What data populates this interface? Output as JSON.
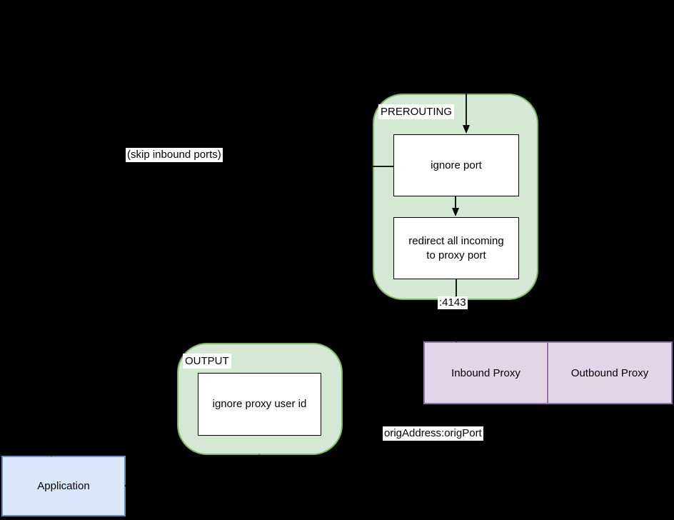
{
  "prerouting": {
    "title": "PREROUTING",
    "nodes": {
      "ignore_port": "ignore port",
      "redirect": "redirect all incoming\nto proxy port"
    },
    "port_badge": ":4143"
  },
  "output": {
    "title": "OUTPUT",
    "nodes": {
      "ignore_proxy_uid": "ignore proxy user id"
    }
  },
  "proxies": {
    "inbound": "Inbound Proxy",
    "outbound": "Outbound Proxy"
  },
  "application": {
    "label": "Application"
  },
  "annotations": {
    "skip_inbound_ports": "(skip inbound ports)",
    "orig_address_port": "origAddress:origPort"
  },
  "colors": {
    "background": "#000000",
    "chain_fill": "#d5e8d4",
    "chain_border": "#82b366",
    "proxy_fill": "#e1d5e7",
    "proxy_border": "#9673a6",
    "application_fill": "#dae8fc",
    "application_border": "#6c8ebf",
    "node_fill": "#ffffff",
    "connector": "#000000"
  }
}
